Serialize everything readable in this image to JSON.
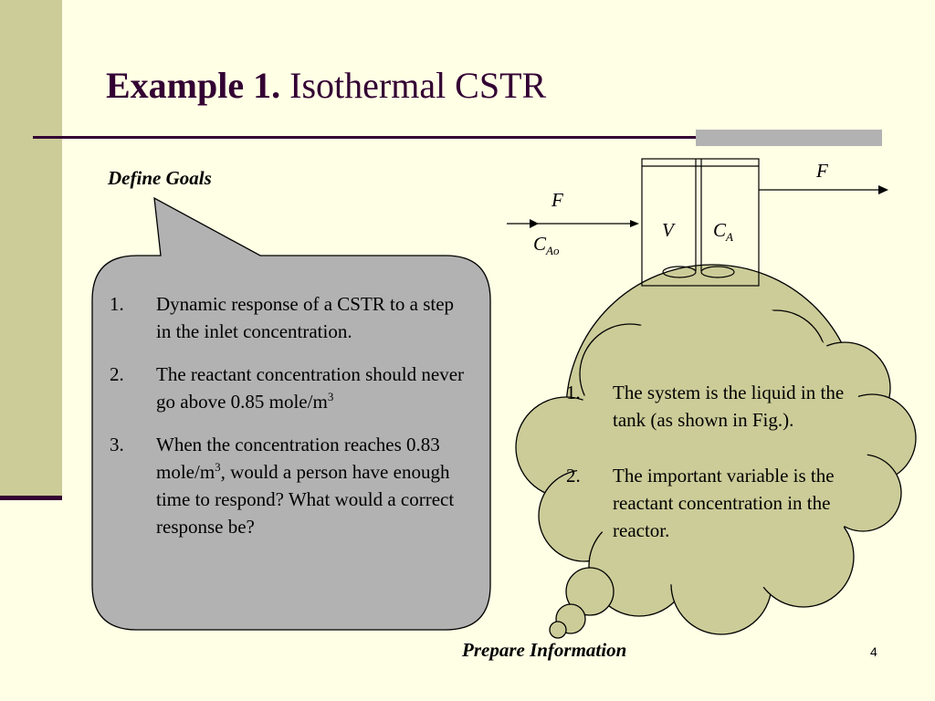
{
  "slide": {
    "title_bold": "Example 1.",
    "title_rest": " Isothermal CSTR",
    "page_number": "4"
  },
  "callouts": {
    "define_goals": "Define Goals",
    "prepare_information": "Prepare Information"
  },
  "goals": [
    {
      "num": "1.",
      "text": "Dynamic response of a CSTR to a step in the inlet concentration."
    },
    {
      "num": "2.",
      "text": "The reactant concentration should never go above 0.85 mole/m",
      "sup": "3"
    },
    {
      "num": "3.",
      "text_before": "When the concentration reaches 0.83 mole/m",
      "sup": "3",
      "text_after": ", would a person have enough time to respond? What would a correct response be?"
    }
  ],
  "information": [
    {
      "num": "1.",
      "text": "The system is the liquid in the tank (as shown in Fig.)."
    },
    {
      "num": "2.",
      "text": "The important variable is the reactant concentration in the reactor."
    }
  ],
  "diagram": {
    "inlet_flow": "F",
    "inlet_conc": "C",
    "inlet_conc_sub": "Ao",
    "outlet_flow": "F",
    "volume": "V",
    "tank_conc": "C",
    "tank_conc_sub": "A"
  },
  "colors": {
    "background": "#FFFFE5",
    "accent_dark": "#330033",
    "sidebar": "#CCCC99",
    "callout_gray": "#B2B2B2",
    "cloud_fill": "#CCCC99"
  }
}
